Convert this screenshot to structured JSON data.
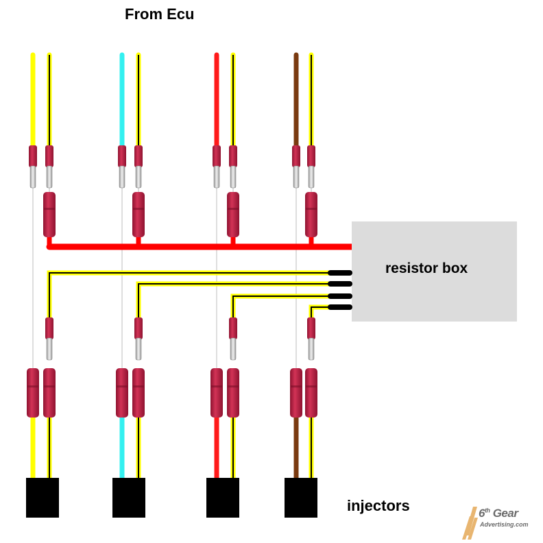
{
  "labels": {
    "title": "From Ecu",
    "resistor_box": "resistor box",
    "injectors": "injectors"
  },
  "logo": {
    "name": "6th Gear Advertising.com",
    "main_number": "6",
    "main_sup": "th",
    "main_word": " Gear",
    "sub": "Advertising.com"
  },
  "colors": {
    "yellow": "#ffff00",
    "cyan": "#33f0f0",
    "red": "#ff1a1a",
    "brown": "#7a3a10",
    "connector": "#b51c3c",
    "resistor_box": "#dcdcdc",
    "injector": "#000000",
    "bus_red": "#ff0000"
  },
  "wire_pairs": [
    {
      "signal_color": "yellow"
    },
    {
      "signal_color": "cyan"
    },
    {
      "signal_color": "red"
    },
    {
      "signal_color": "brown"
    }
  ]
}
